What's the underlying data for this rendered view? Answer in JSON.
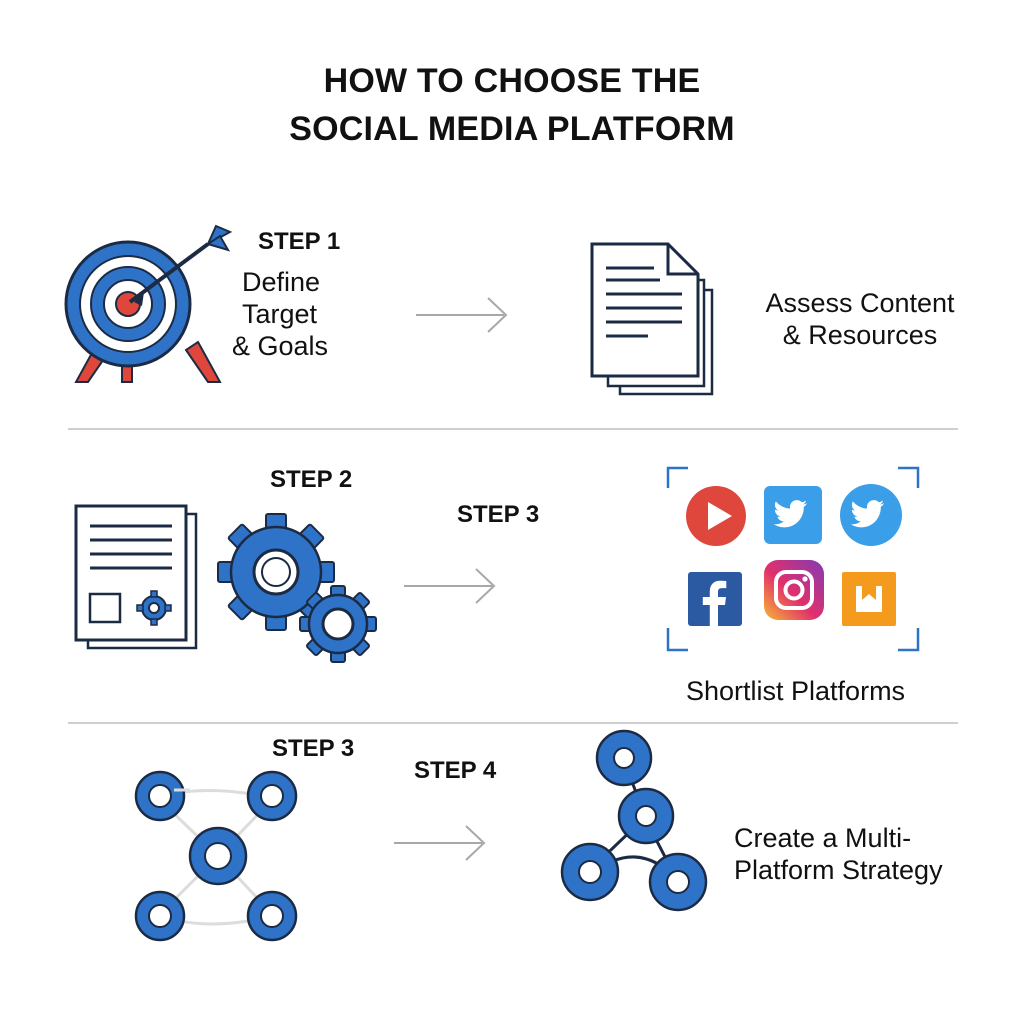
{
  "title": {
    "line1": "HOW TO CHOOSE THE",
    "line2": "SOCIAL MEDIA PLATFORM"
  },
  "row1": {
    "step": "STEP 1",
    "left_label": [
      "Define",
      "Target",
      "& Goals"
    ],
    "right_label": [
      "Assess Content",
      "& Resources"
    ],
    "left_icon": "target-with-arrow-icon",
    "right_icon": "documents-icon"
  },
  "row2": {
    "step_left": "STEP 2",
    "step_mid": "STEP 3",
    "right_label": "Shortlist Platforms",
    "left_icons": [
      "document-with-gear-icon",
      "gears-icon"
    ],
    "platform_icons": [
      "youtube-icon",
      "twitter-icon",
      "twitter-circle-icon",
      "facebook-icon",
      "instagram-icon",
      "blogger-icon"
    ]
  },
  "row3": {
    "step_left": "STEP 3",
    "step_mid": "STEP 4",
    "right_label": [
      "Create a Multi-",
      "Platform Strategy"
    ],
    "left_icon": "network-nodes-icon",
    "right_icon": "connected-nodes-icon"
  },
  "colors": {
    "blue": "#2f73c9",
    "dark_blue": "#1c4a8a",
    "red": "#e0473c",
    "line_gray": "#cfcfcf",
    "arrow_gray": "#a8a8a8"
  }
}
